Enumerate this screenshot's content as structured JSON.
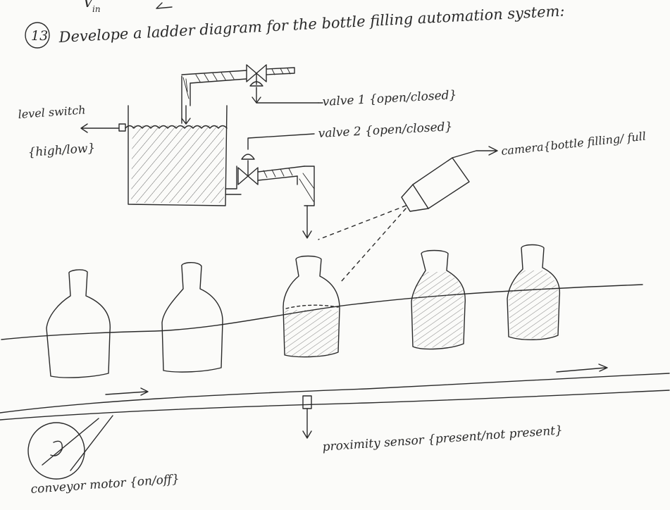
{
  "top_fragment": "V",
  "top_fragment_sub": "in",
  "question_number": "13",
  "title": "Develope a ladder diagram for the bottle filling automation system:",
  "labels": {
    "valve1": "valve 1 {open/closed}",
    "valve2": "valve 2 {open/closed}",
    "level_switch_line1": "level switch",
    "level_switch_line2": "{high/low}",
    "camera": "camera{bottle filling/ full",
    "proximity_sensor": "proximity sensor {present/not present}",
    "conveyor_motor": "conveyor motor {on/off}"
  },
  "colors": {
    "ink": "#2a2a2a",
    "paper": "#fbfbf9"
  }
}
